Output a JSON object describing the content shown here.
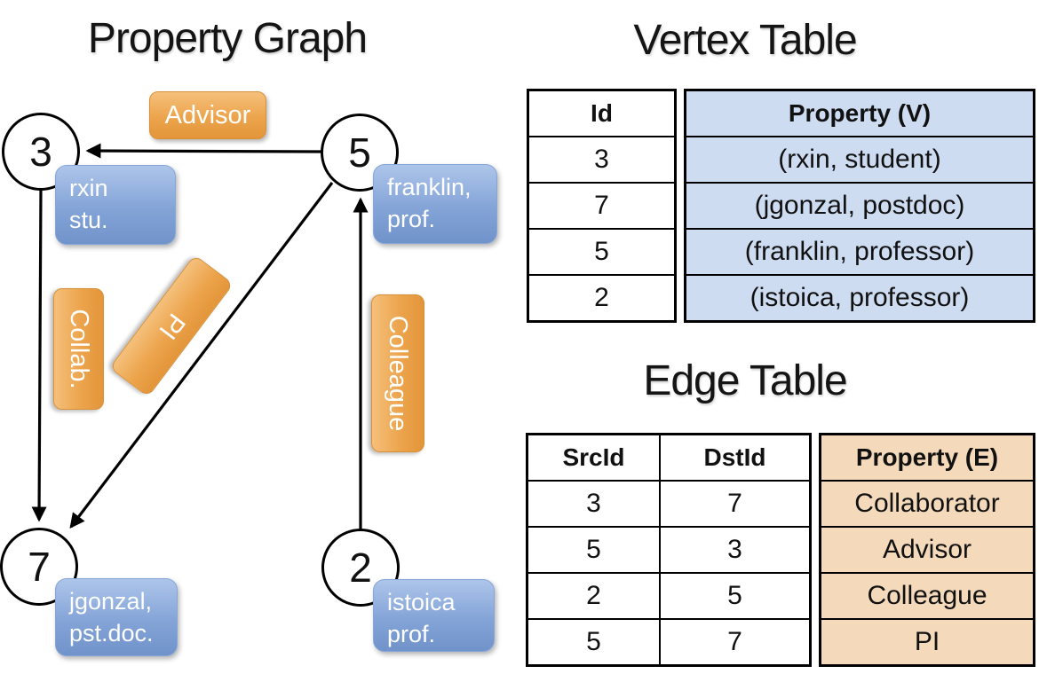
{
  "graph": {
    "title": "Property Graph",
    "nodes": [
      {
        "id": "3",
        "line1": "rxin",
        "line2": "stu."
      },
      {
        "id": "5",
        "line1": "franklin,",
        "line2": "prof."
      },
      {
        "id": "7",
        "line1": "jgonzal,",
        "line2": "pst.doc."
      },
      {
        "id": "2",
        "line1": "istoica",
        "line2": "prof."
      }
    ],
    "edge_labels": [
      "Advisor",
      "Collab.",
      "PI",
      "Colleague"
    ]
  },
  "vertex_table": {
    "title": "Vertex Table",
    "columns": [
      "Id",
      "Property (V)"
    ],
    "rows": [
      [
        "3",
        "(rxin, student)"
      ],
      [
        "7",
        "(jgonzal, postdoc)"
      ],
      [
        "5",
        "(franklin, professor)"
      ],
      [
        "2",
        "(istoica, professor)"
      ]
    ]
  },
  "edge_table": {
    "title": "Edge Table",
    "columns": [
      "SrcId",
      "DstId",
      "Property (E)"
    ],
    "rows": [
      [
        "3",
        "7",
        "Collaborator"
      ],
      [
        "5",
        "3",
        "Advisor"
      ],
      [
        "2",
        "5",
        "Colleague"
      ],
      [
        "5",
        "7",
        "PI"
      ]
    ]
  },
  "colors": {
    "vertex_box_blue": "#85a3d6",
    "edge_box_orange": "#eca44c",
    "vertex_cell_fill": "#cedcf2",
    "edge_cell_fill": "#f4d9bb",
    "line_and_border": "#000000"
  }
}
